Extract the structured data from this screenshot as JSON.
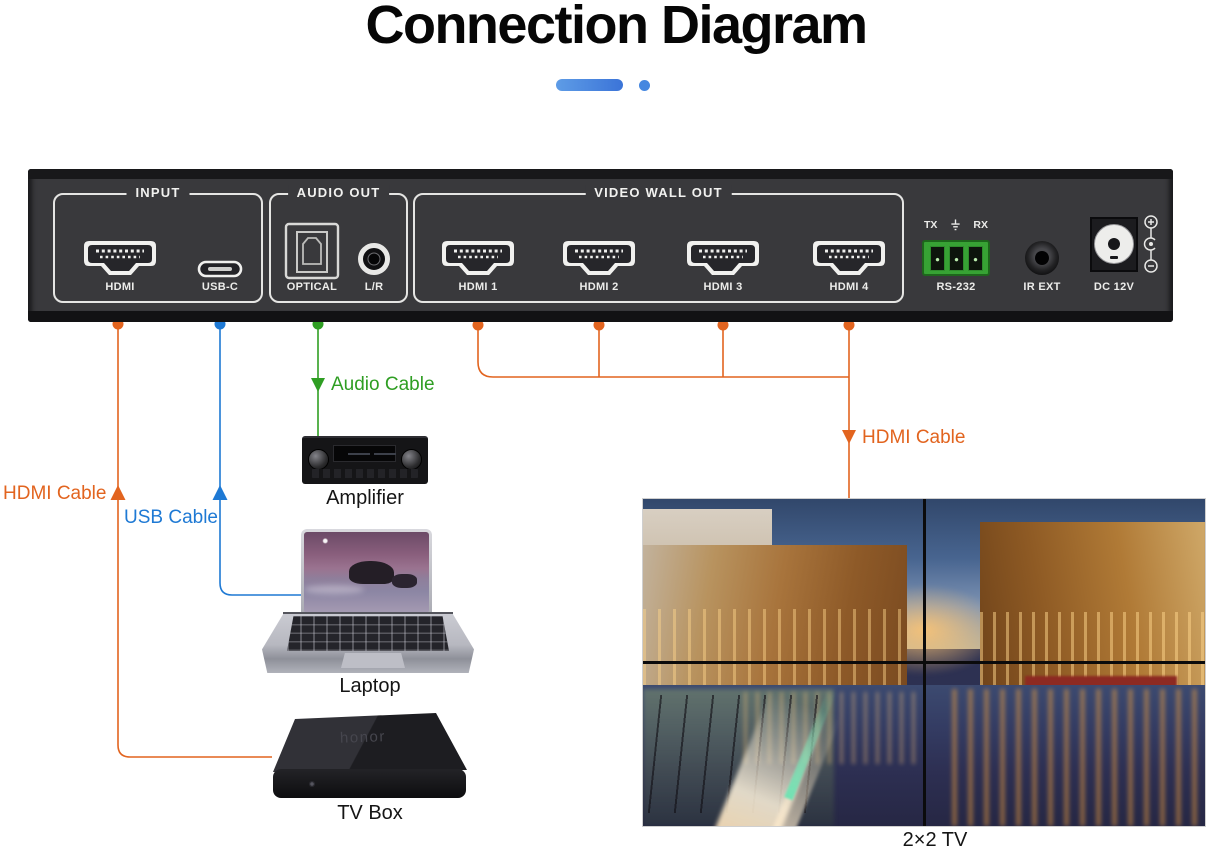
{
  "title": "Connection Diagram",
  "colors": {
    "cable_hdmi": "#e2641f",
    "cable_usb": "#1e79d4",
    "cable_audio": "#2f9e23",
    "accent_pill_start": "#5e9ce6",
    "accent_pill_end": "#3b74d8",
    "accent_dot": "#4587e0",
    "panel_face": "#39393c",
    "rs232_green": "#37a234"
  },
  "panel": {
    "groups": [
      {
        "label": "INPUT",
        "ports": [
          {
            "type": "hdmi",
            "label": "HDMI"
          },
          {
            "type": "usb-c",
            "label": "USB-C"
          }
        ]
      },
      {
        "label": "AUDIO OUT",
        "ports": [
          {
            "type": "optical",
            "label": "OPTICAL"
          },
          {
            "type": "jack",
            "label": "L/R"
          }
        ]
      },
      {
        "label": "VIDEO WALL OUT",
        "ports": [
          {
            "type": "hdmi",
            "label": "HDMI 1"
          },
          {
            "type": "hdmi",
            "label": "HDMI 2"
          },
          {
            "type": "hdmi",
            "label": "HDMI 3"
          },
          {
            "type": "hdmi",
            "label": "HDMI 4"
          }
        ]
      }
    ],
    "rs232": {
      "tx": "TX",
      "rx": "RX",
      "label": "RS-232"
    },
    "ir": {
      "label": "IR EXT"
    },
    "dc": {
      "label": "DC 12V"
    }
  },
  "cables": {
    "hdmi_input": {
      "label": "HDMI Cable"
    },
    "usb": {
      "label": "USB Cable"
    },
    "audio": {
      "label": "Audio Cable"
    },
    "hdmi_output": {
      "label": "HDMI Cable"
    }
  },
  "devices": {
    "amplifier": {
      "label": "Amplifier"
    },
    "laptop": {
      "label": "Laptop"
    },
    "tv_box": {
      "label": "TV Box",
      "brand": "honor"
    },
    "video_wall": {
      "label": "2×2 TV"
    }
  }
}
